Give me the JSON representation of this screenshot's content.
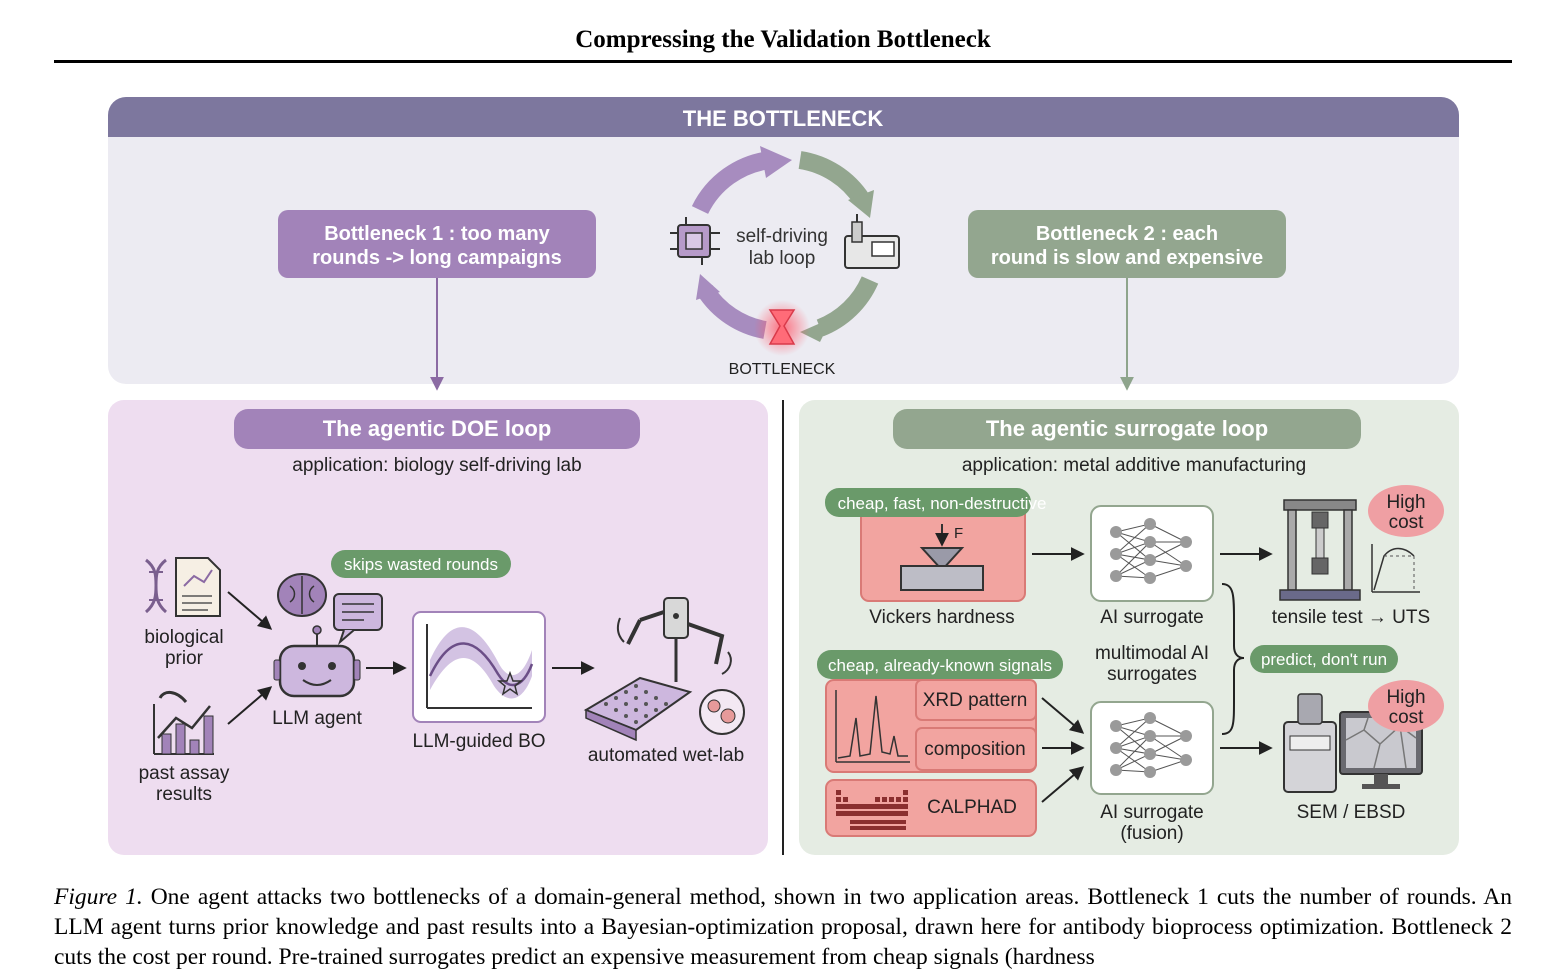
{
  "header": {
    "title": "Compressing the Validation Bottleneck"
  },
  "figure": {
    "top_banner": "THE BOTTLENECK",
    "bottleneck1": [
      "Bottleneck 1 : too many",
      "rounds -> long campaigns"
    ],
    "bottleneck2": [
      "Bottleneck 2 : each",
      "round is slow and expensive"
    ],
    "loop_label": [
      "self-driving",
      "lab loop"
    ],
    "bottleneck_label": "BOTTLENECK",
    "left_panel": {
      "title": "The agentic DOE loop",
      "subtitle": "application: biology self-driving lab",
      "tag": "skips wasted rounds",
      "bio_prior": [
        "biological",
        "prior"
      ],
      "past_assay": [
        "past assay",
        "results"
      ],
      "llm_agent": "LLM agent",
      "llm_bo": "LLM-guided BO",
      "wet_lab": "automated wet-lab"
    },
    "right_panel": {
      "title": "The agentic surrogate loop",
      "subtitle": "application: metal additive manufacturing",
      "tag_cheap_fast": "cheap, fast, non-destructive",
      "force_label": "F",
      "vickers": "Vickers hardness",
      "ai_surrogate": "AI surrogate",
      "tensile": "tensile test → UTS",
      "high_cost": [
        "High",
        "cost"
      ],
      "multimodal": [
        "multimodal AI",
        "surrogates"
      ],
      "predict_tag": "predict, don't run",
      "tag_known": "cheap, already-known signals",
      "xrd": "XRD pattern",
      "composition": "composition",
      "calphad": "CALPHAD",
      "ai_surrogate_fusion": [
        "AI surrogate",
        "(fusion)"
      ],
      "sem": "SEM / EBSD"
    }
  },
  "caption": {
    "label": "Figure 1.",
    "text": "One agent attacks two bottlenecks of a domain-general method, shown in two application areas. Bottleneck 1 cuts the number of rounds. An LLM agent turns prior knowledge and past results into a Bayesian-optimization proposal, drawn here for antibody bioprocess optimization. Bottleneck 2 cuts the cost per round. Pre-trained surrogates predict an expensive measurement from cheap signals (hardness"
  },
  "colors": {
    "banner": "#7d779e",
    "purple": "#9d7bb4",
    "green": "#8ea48c",
    "dark_green": "#6a9a6a",
    "red_box": "#f2a4a0",
    "left_bg": "#eeddf0",
    "right_bg": "#e5ece3"
  }
}
